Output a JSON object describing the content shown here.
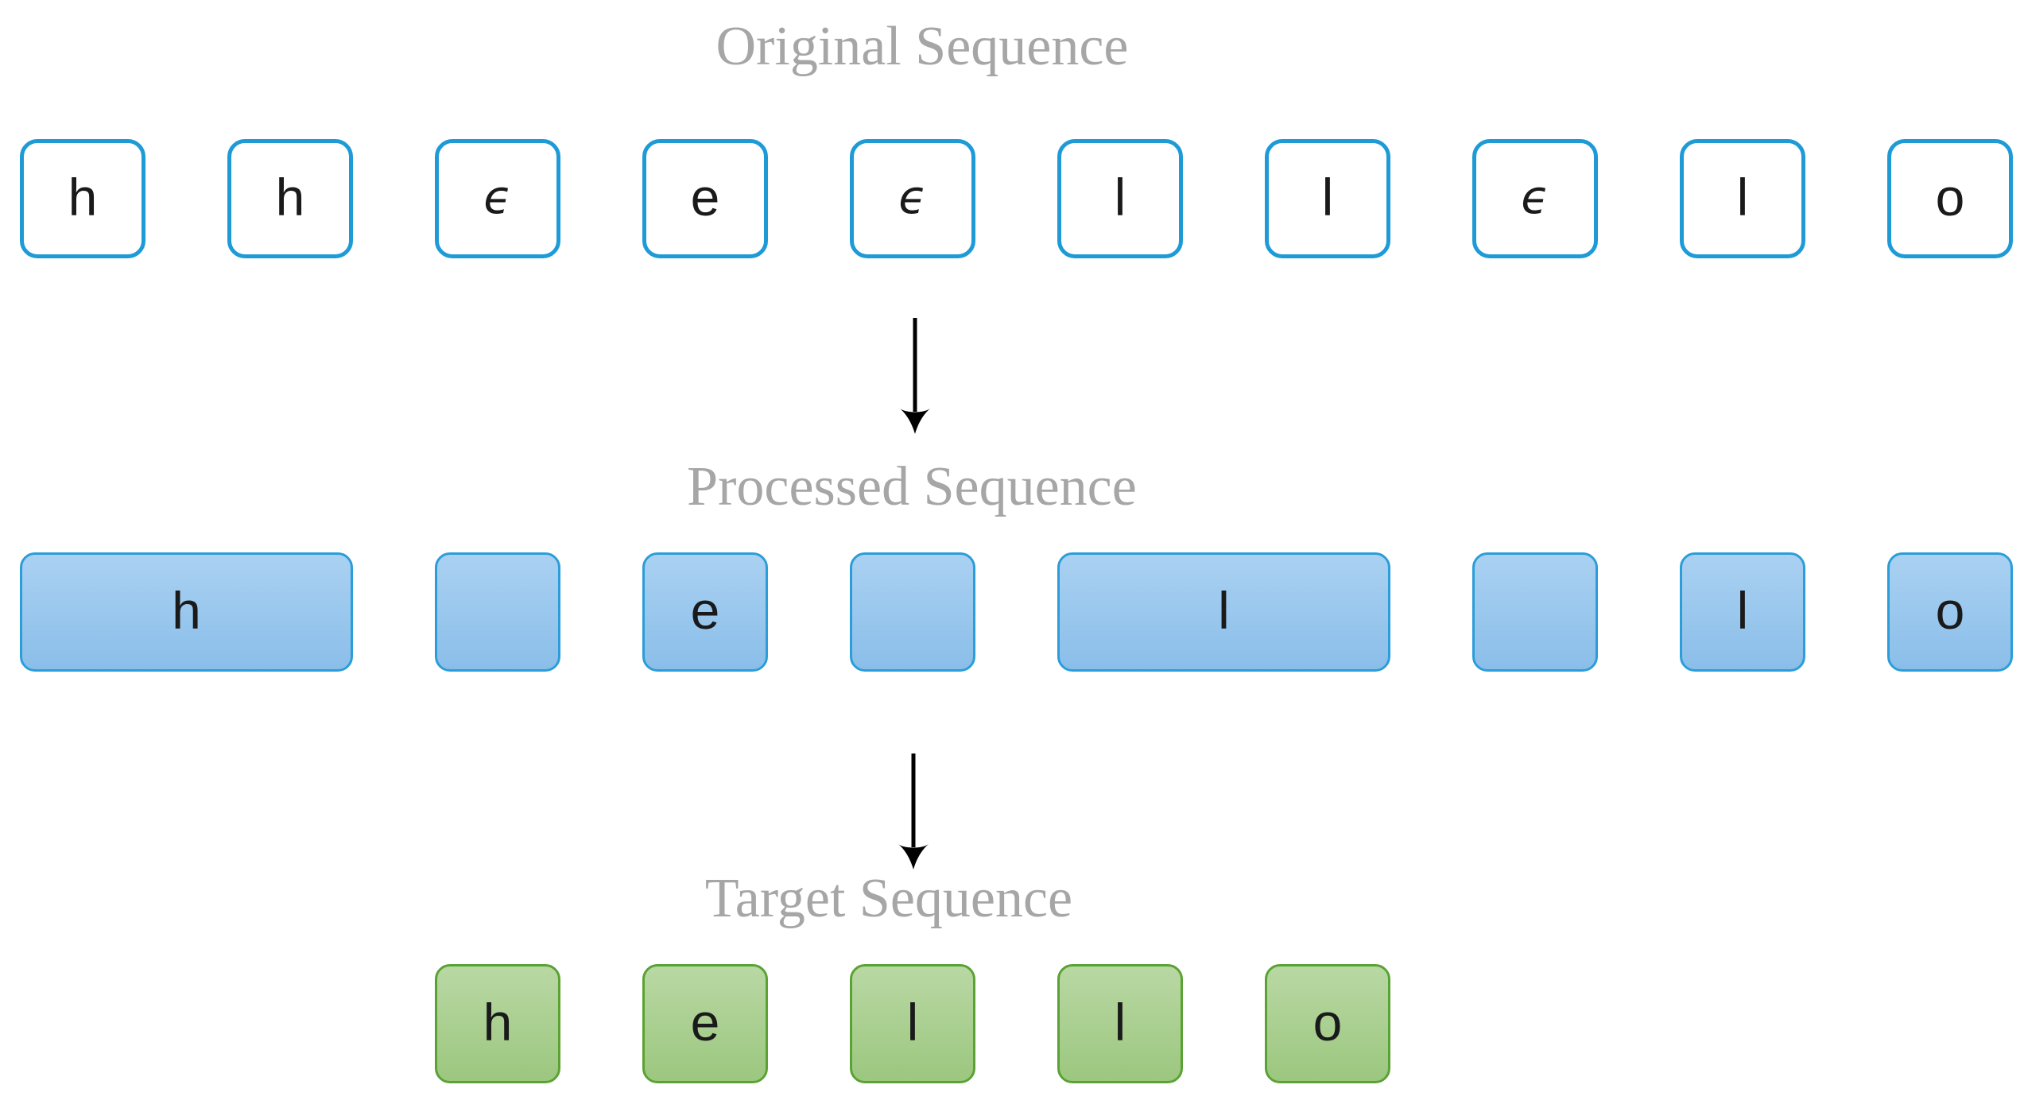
{
  "titles": {
    "original": "Original Sequence",
    "processed": "Processed Sequence",
    "target": "Target Sequence"
  },
  "colors": {
    "title_gray": "#a6a6a6",
    "letter": "#1a1a1a",
    "arrow": "#000000",
    "original_border": "#1e9bd7",
    "original_fill": "#ffffff",
    "processed_border": "#2b9dd8",
    "processed_fill_top": "#aad1f2",
    "processed_fill_bottom": "#8abee9",
    "target_border": "#5aa233",
    "target_fill_top": "#b9d8a4",
    "target_fill_bottom": "#9cc77f"
  },
  "rows": {
    "original": {
      "cells": [
        {
          "label": "h",
          "col": 1,
          "span": 1
        },
        {
          "label": "h",
          "col": 2,
          "span": 1
        },
        {
          "label": "ϵ",
          "col": 3,
          "span": 1
        },
        {
          "label": "e",
          "col": 4,
          "span": 1
        },
        {
          "label": "ϵ",
          "col": 5,
          "span": 1
        },
        {
          "label": "l",
          "col": 6,
          "span": 1
        },
        {
          "label": "l",
          "col": 7,
          "span": 1
        },
        {
          "label": "ϵ",
          "col": 8,
          "span": 1
        },
        {
          "label": "l",
          "col": 9,
          "span": 1
        },
        {
          "label": "o",
          "col": 10,
          "span": 1
        }
      ]
    },
    "processed": {
      "cells": [
        {
          "label": "h",
          "col": 1,
          "span": 2
        },
        {
          "label": "",
          "col": 3,
          "span": 1
        },
        {
          "label": "e",
          "col": 4,
          "span": 1
        },
        {
          "label": "",
          "col": 5,
          "span": 1
        },
        {
          "label": "l",
          "col": 6,
          "span": 2
        },
        {
          "label": "",
          "col": 8,
          "span": 1
        },
        {
          "label": "l",
          "col": 9,
          "span": 1
        },
        {
          "label": "o",
          "col": 10,
          "span": 1
        }
      ]
    },
    "target": {
      "cells": [
        {
          "label": "h",
          "col": 3,
          "span": 1
        },
        {
          "label": "e",
          "col": 4,
          "span": 1
        },
        {
          "label": "l",
          "col": 5,
          "span": 1
        },
        {
          "label": "l",
          "col": 6,
          "span": 1
        },
        {
          "label": "o",
          "col": 7,
          "span": 1
        }
      ]
    }
  }
}
